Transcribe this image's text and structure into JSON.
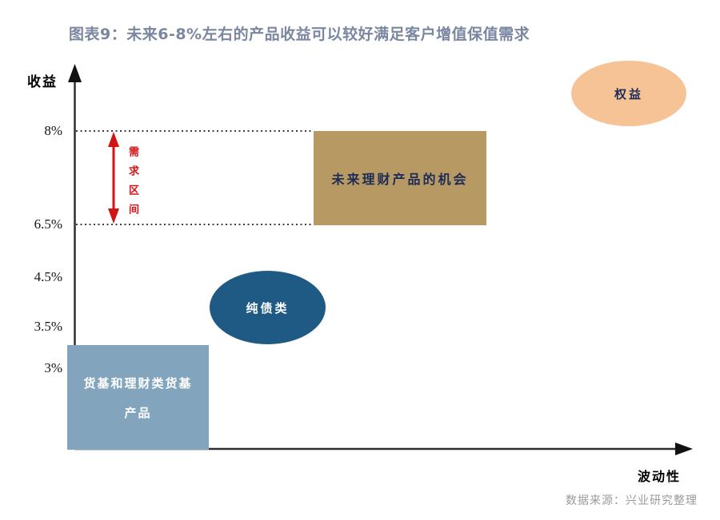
{
  "title": "图表9：未来6-8%左右的产品收益可以较好满足客户增值保值需求",
  "source": "数据来源：兴业研究整理",
  "axes": {
    "y_label": "收益",
    "x_label": "波动性"
  },
  "colors": {
    "title": "#7b87a1",
    "money_fund_rect": "#82a5bd",
    "opportunity_rect": "#b79963",
    "bond_ellipse": "#1f5a85",
    "equity_ellipse": "#f6c396",
    "demand_arrow": "#d31414",
    "axis": "#2e2e2e",
    "source_text": "#9a9a9a"
  },
  "chart_data": {
    "type": "scatter",
    "subtype": "schematic-risk-return-positioning",
    "title": "图表9：未来6-8%左右的产品收益可以较好满足客户增值保值需求",
    "xlabel": "波动性",
    "ylabel": "收益",
    "yticks": [
      "8%",
      "6.5%",
      "4.5%",
      "3.5%",
      "3%"
    ],
    "dotted_gridlines_at": [
      "8%",
      "6.5%"
    ],
    "x_axis_numeric_ticks": "none (qualitative volatility axis)",
    "regions": [
      {
        "name": "货基和理财类货基产品",
        "label_lines": [
          "货基和理财类货基",
          "产品"
        ],
        "shape": "rectangle",
        "color": "#82a5bd",
        "volatility": "lowest",
        "return_range": [
          "0%",
          "~3.2%"
        ]
      },
      {
        "name": "纯债类",
        "shape": "ellipse",
        "color": "#1f5a85",
        "volatility": "low",
        "return_range": [
          "3.5%",
          "4.5%"
        ]
      },
      {
        "name": "未来理财产品的机会",
        "shape": "rectangle",
        "color": "#b79963",
        "volatility": "medium",
        "return_range": [
          "6.5%",
          "8%"
        ]
      },
      {
        "name": "权益",
        "shape": "ellipse",
        "color": "#f6c396",
        "volatility": "highest",
        "return_range": [
          ">8%"
        ]
      }
    ],
    "annotations": [
      {
        "name": "需求区间",
        "type": "vertical-double-arrow",
        "color": "#d31414",
        "return_range": [
          "6.5%",
          "8%"
        ]
      }
    ],
    "legend": "none",
    "grid": "off (only two dotted reference lines)"
  }
}
